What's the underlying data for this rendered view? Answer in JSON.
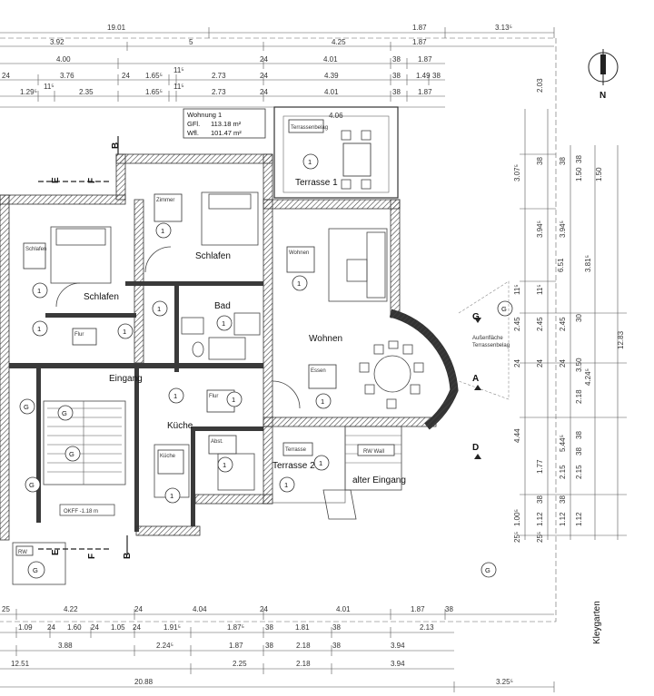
{
  "plan": {
    "info_box": {
      "title": "Wohnung 1",
      "gfl_label": "GFl.",
      "gfl_value": "113.18 m²",
      "wfl_label": "Wfl.",
      "wfl_value": "101.47 m²"
    },
    "rooms": {
      "terrasse1": "Terrasse 1",
      "schlafen_top": "Schlafen",
      "schlafen_left": "Schlafen",
      "bad": "Bad",
      "wohnen": "Wohnen",
      "eingang": "Eingang",
      "kueche": "Küche",
      "terrasse2": "Terrasse 2",
      "alter_eingang": "alter Eingang",
      "okff": "OKFF -1.18 m",
      "rw_wall": "RW Wall",
      "rw_left": "RW"
    },
    "unit_tag": "1",
    "garage_tag": "G",
    "section_marks": {
      "a": "A",
      "b": "B",
      "d": "D",
      "e": "E",
      "f": "F",
      "g": "G"
    },
    "street": "Kleygarten",
    "north": "N",
    "dims_top": {
      "r1": [
        "19.01",
        "1.87",
        "3.13⁵"
      ],
      "r2": [
        "3.92",
        "5",
        "4.25",
        "1.87"
      ],
      "r3": [
        "4.00",
        "24",
        "4.01",
        "38",
        "1.87"
      ],
      "r4": [
        "24",
        "3.76",
        "24",
        "1.65⁵",
        "11⁵",
        "2.73",
        "24",
        "4.39",
        "38",
        "1.49",
        "38"
      ],
      "r5": [
        "1.29⁵",
        "11⁵",
        "2.35",
        "1.65⁵",
        "11⁵",
        "2.73",
        "24",
        "4.01",
        "38",
        "1.87"
      ]
    },
    "dims_bottom": {
      "r1": [
        "25",
        "4.22",
        "24",
        "4.04",
        "24",
        "4.01",
        "1.87",
        "38"
      ],
      "r2": [
        "1.09",
        "24",
        "1.60",
        "24",
        "1.05",
        "24",
        "1.91⁵",
        "1.87⁵",
        "38",
        "1.81",
        "38",
        "2.13"
      ],
      "r3": [
        "3.88",
        "2.24⁵",
        "1.87",
        "38",
        "2.18",
        "38",
        "3.94"
      ],
      "r4": [
        "12.51",
        "2.25",
        "2.18",
        "3.94"
      ],
      "r5": [
        "20.88",
        "3.25⁵"
      ]
    },
    "dims_right": {
      "c1": [
        "3.07⁵",
        "11⁵",
        "2.45",
        "24",
        "4.44",
        "1.00⁵",
        "25⁵"
      ],
      "c2": [
        "2.03",
        "38",
        "3.94⁵",
        "6.51",
        "11⁵",
        "2.45",
        "24",
        "1.77",
        "38",
        "1.12",
        "25⁵"
      ],
      "c3": [
        "38",
        "3.94⁵",
        "2.45",
        "24",
        "5.44⁵",
        "38",
        "2.15",
        "38",
        "1.12"
      ],
      "c4": [
        "1.50",
        "38",
        "3.81⁵",
        "4.24⁵",
        "2.18",
        "38",
        "2.15",
        "1.12"
      ],
      "c5": [
        "1.50",
        "30",
        "3.50",
        "12.83"
      ]
    },
    "legend_lines": [
      "Außenfläche",
      "Terrassenbelag"
    ]
  }
}
